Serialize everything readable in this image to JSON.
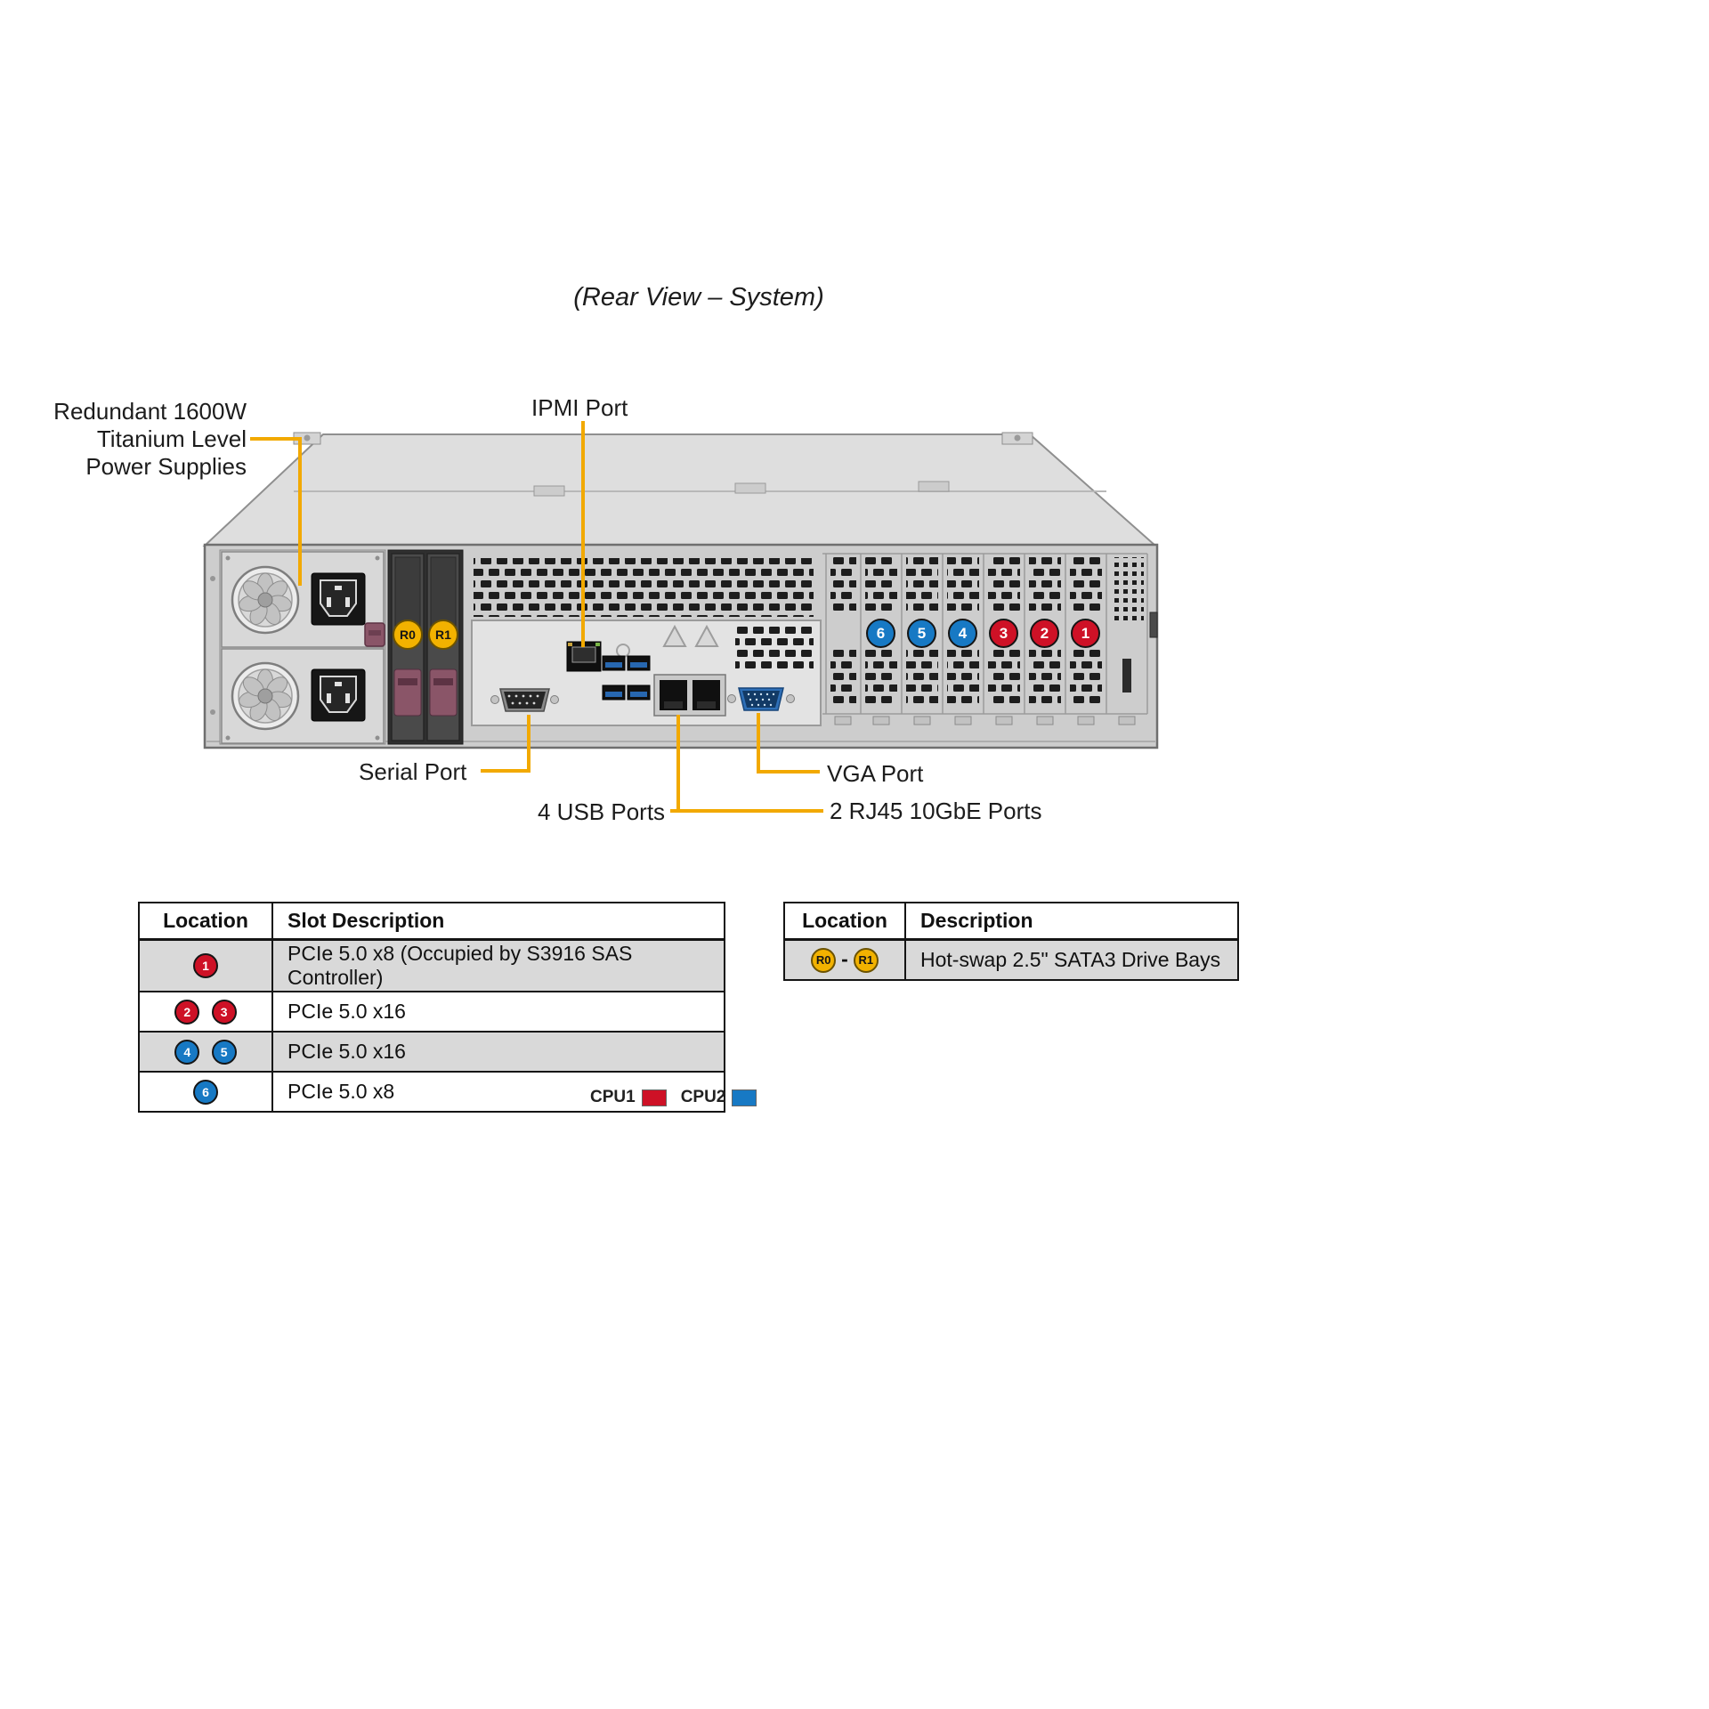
{
  "title": "(Rear View – System)",
  "callouts": {
    "psu": {
      "lines": [
        "Redundant 1600W",
        "Titanium Level",
        "Power Supplies"
      ]
    },
    "ipmi": "IPMI Port",
    "serial": "Serial Port",
    "usb": "4 USB Ports",
    "vga": "VGA Port",
    "rj45": "2 RJ45 10GbE Ports"
  },
  "rear_panel": {
    "drive_bay_badges": [
      {
        "label": "R0",
        "color": "yellow"
      },
      {
        "label": "R1",
        "color": "yellow"
      }
    ],
    "slot_badges": [
      {
        "label": "6",
        "color": "blue"
      },
      {
        "label": "5",
        "color": "blue"
      },
      {
        "label": "4",
        "color": "blue"
      },
      {
        "label": "3",
        "color": "red"
      },
      {
        "label": "2",
        "color": "red"
      },
      {
        "label": "1",
        "color": "red"
      }
    ]
  },
  "slot_table": {
    "headers": [
      "Location",
      "Slot Description"
    ],
    "rows": [
      {
        "badges": [
          {
            "label": "1",
            "color": "red"
          }
        ],
        "description": "PCIe 5.0 x8 (Occupied by S3916 SAS Controller)"
      },
      {
        "badges": [
          {
            "label": "2",
            "color": "red"
          },
          {
            "label": "3",
            "color": "red"
          }
        ],
        "description": "PCIe 5.0 x16"
      },
      {
        "badges": [
          {
            "label": "4",
            "color": "blue"
          },
          {
            "label": "5",
            "color": "blue"
          }
        ],
        "description": "PCIe 5.0 x16"
      },
      {
        "badges": [
          {
            "label": "6",
            "color": "blue"
          }
        ],
        "description": "PCIe 5.0 x8"
      }
    ]
  },
  "bay_table": {
    "headers": [
      "Location",
      "Description"
    ],
    "row": {
      "badge_left": "R0",
      "separator": "-",
      "badge_right": "R1",
      "description": "Hot-swap 2.5\" SATA3 Drive Bays"
    }
  },
  "legend": {
    "items": [
      {
        "label": "CPU1",
        "color": "#CE1126"
      },
      {
        "label": "CPU2",
        "color": "#1779C4"
      }
    ]
  },
  "colors": {
    "callout_line": "#F2A900",
    "badge_red": "#CE1126",
    "badge_blue": "#1779C4",
    "badge_yellow": "#F2B200"
  }
}
